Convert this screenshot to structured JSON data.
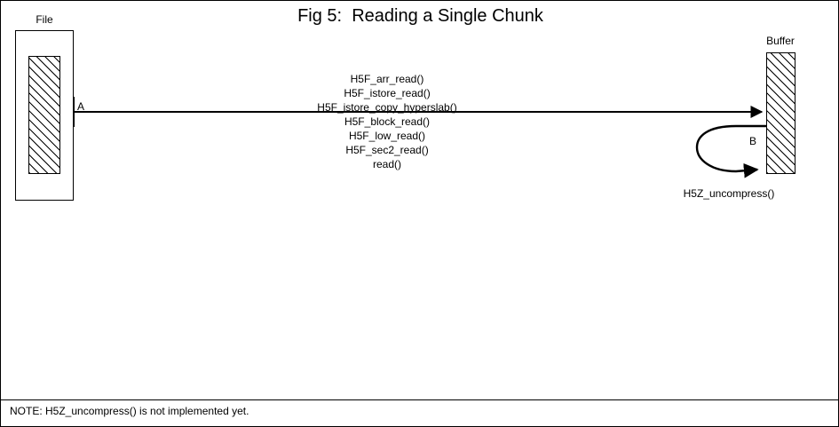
{
  "figure": {
    "title": "Fig 5:  Reading a Single Chunk",
    "background_color": "#ffffff",
    "line_color": "#000000"
  },
  "source": {
    "label": "File",
    "point_label": "A"
  },
  "destination": {
    "label": "Buffer",
    "point_label": "B"
  },
  "call_stack": {
    "calls": [
      "H5F_arr_read()",
      "H5F_istore_read()",
      "H5F_istore_copy_hyperslab()",
      "H5F_block_read()",
      "H5F_low_read()",
      "H5F_sec2_read()",
      "read()"
    ]
  },
  "loop": {
    "label": "H5Z_uncompress()"
  },
  "footer": {
    "note": "NOTE: H5Z_uncompress() is not implemented yet."
  }
}
